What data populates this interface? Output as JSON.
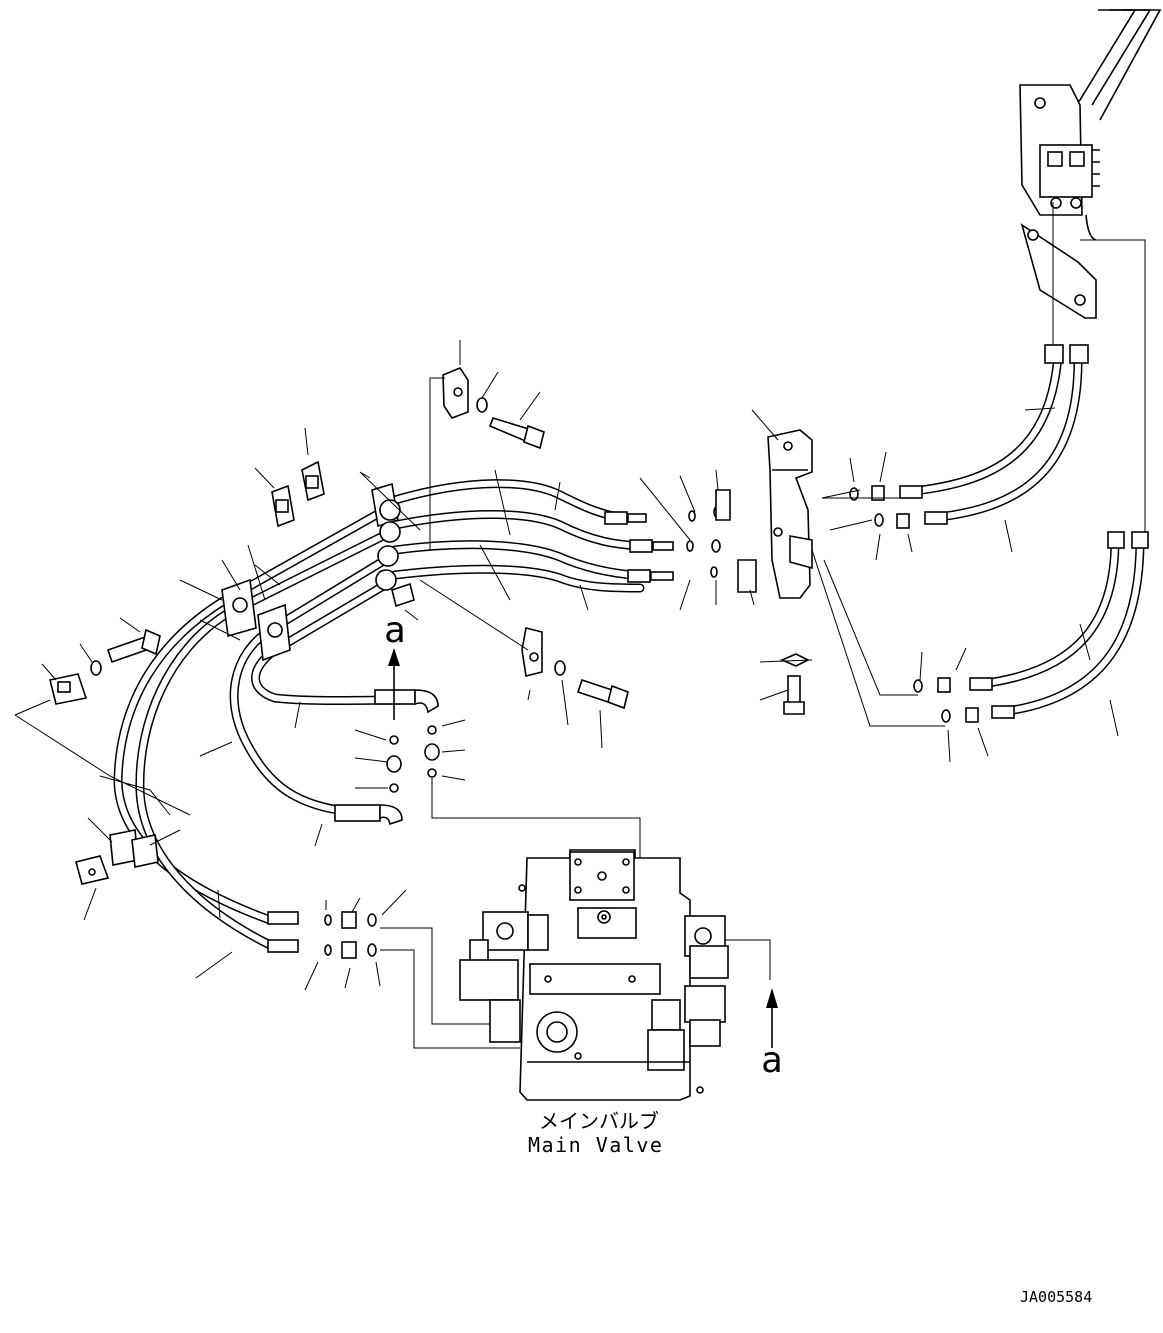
{
  "labels": {
    "view_marker_left": "a",
    "view_marker_right": "a",
    "main_valve_jp": "メインバルブ",
    "main_valve_en": "Main Valve",
    "drawing_number": "JA005584"
  }
}
